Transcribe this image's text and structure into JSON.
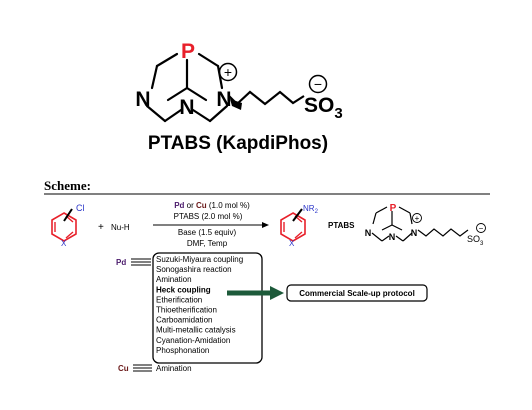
{
  "molecule": {
    "atom_P": "P",
    "atom_N1": "N",
    "atom_N2": "N",
    "atom_N3": "N",
    "plus": "+",
    "minus": "−",
    "so3": "SO",
    "so3_sub": "3",
    "name": "PTABS (KapdiPhos)"
  },
  "scheme": {
    "title": "Scheme:",
    "substituent_cl": "Cl",
    "ring_x": "X",
    "plus_sign": "+",
    "nucleophile": "Nu-H",
    "cond_pd": "Pd",
    "cond_or": " or ",
    "cond_cu": "Cu",
    "cond_loading": " (1.0 mol %)",
    "cond_ligand": "PTABS (2.0 mol %)",
    "cond_base": "Base (1.5 equiv)",
    "cond_solvent": "DMF, Temp",
    "product_nr": "NR",
    "product_nr_sub": "2",
    "product_x": "X",
    "ligand_label": "PTABS",
    "mini_p": "P",
    "mini_n1": "N",
    "mini_n2": "N",
    "mini_n3": "N",
    "mini_plus": "+",
    "mini_minus": "−",
    "mini_so3": "SO",
    "mini_so3_sub": "3",
    "metal_pd": "Pd",
    "metal_cu": "Cu",
    "reactions": [
      "Suzuki-Miyaura coupling",
      "Sonogashira reaction",
      "Amination",
      "Heck coupling",
      "Etherification",
      "Thioetherification",
      "Carboamidation",
      "Multi-metallic catalysis",
      "Cyanation-Amidation",
      "Phosphonation"
    ],
    "cu_reaction": "Amination",
    "scaleup": "Commercial Scale-up protocol"
  },
  "colors": {
    "phosphorus": "#e8202a",
    "palladium_label": "#4a1a6b",
    "copper_label": "#6b1a1a",
    "ring_red": "#e8202a",
    "nitrogen_blue": "#2a35c8",
    "arrow_green": "#1d5a3a"
  }
}
